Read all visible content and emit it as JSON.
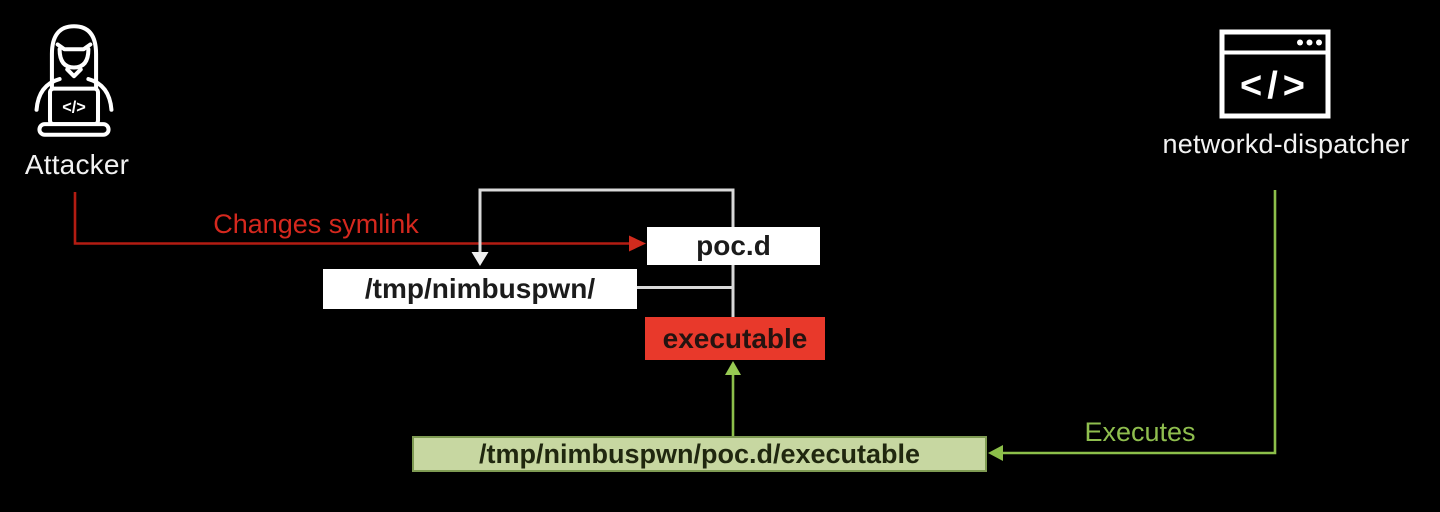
{
  "diagram": {
    "background": "#000000",
    "nodes": {
      "attacker": {
        "label": "Attacker",
        "icon": "attacker-person-laptop-icon",
        "icon_glyph": "</>"
      },
      "networkd_dispatcher": {
        "label": "networkd-dispatcher",
        "icon": "browser-code-window-icon",
        "icon_glyph": "</>"
      }
    },
    "boxes": {
      "poc_d": {
        "label": "poc.d",
        "bg": "#ffffff",
        "text_color": "#1b1b1b"
      },
      "tmp_nimbuspwn": {
        "label": "/tmp/nimbuspwn/",
        "bg": "#ffffff",
        "text_color": "#1b1b1b"
      },
      "executable": {
        "label": "executable",
        "bg": "#e8392b",
        "text_color": "#241310"
      },
      "full_path": {
        "label": "/tmp/nimbuspwn/poc.d/executable",
        "bg": "#c7d7a1",
        "border": "#7f9b53",
        "text_color": "#20270f"
      }
    },
    "edges": {
      "changes_symlink": {
        "label": "Changes symlink",
        "color": "#c32318",
        "from": "attacker",
        "to": "poc_d"
      },
      "symlink_loop": {
        "label": "",
        "color": "#d9d9d9",
        "from": "tmp_nimbuspwn",
        "to": "poc_d"
      },
      "executes": {
        "label": "Executes",
        "color": "#8cbf4a",
        "from": "networkd_dispatcher",
        "to": "full_path"
      },
      "spawn": {
        "label": "",
        "color": "#8cbf4a",
        "from": "full_path",
        "to": "executable"
      }
    }
  }
}
